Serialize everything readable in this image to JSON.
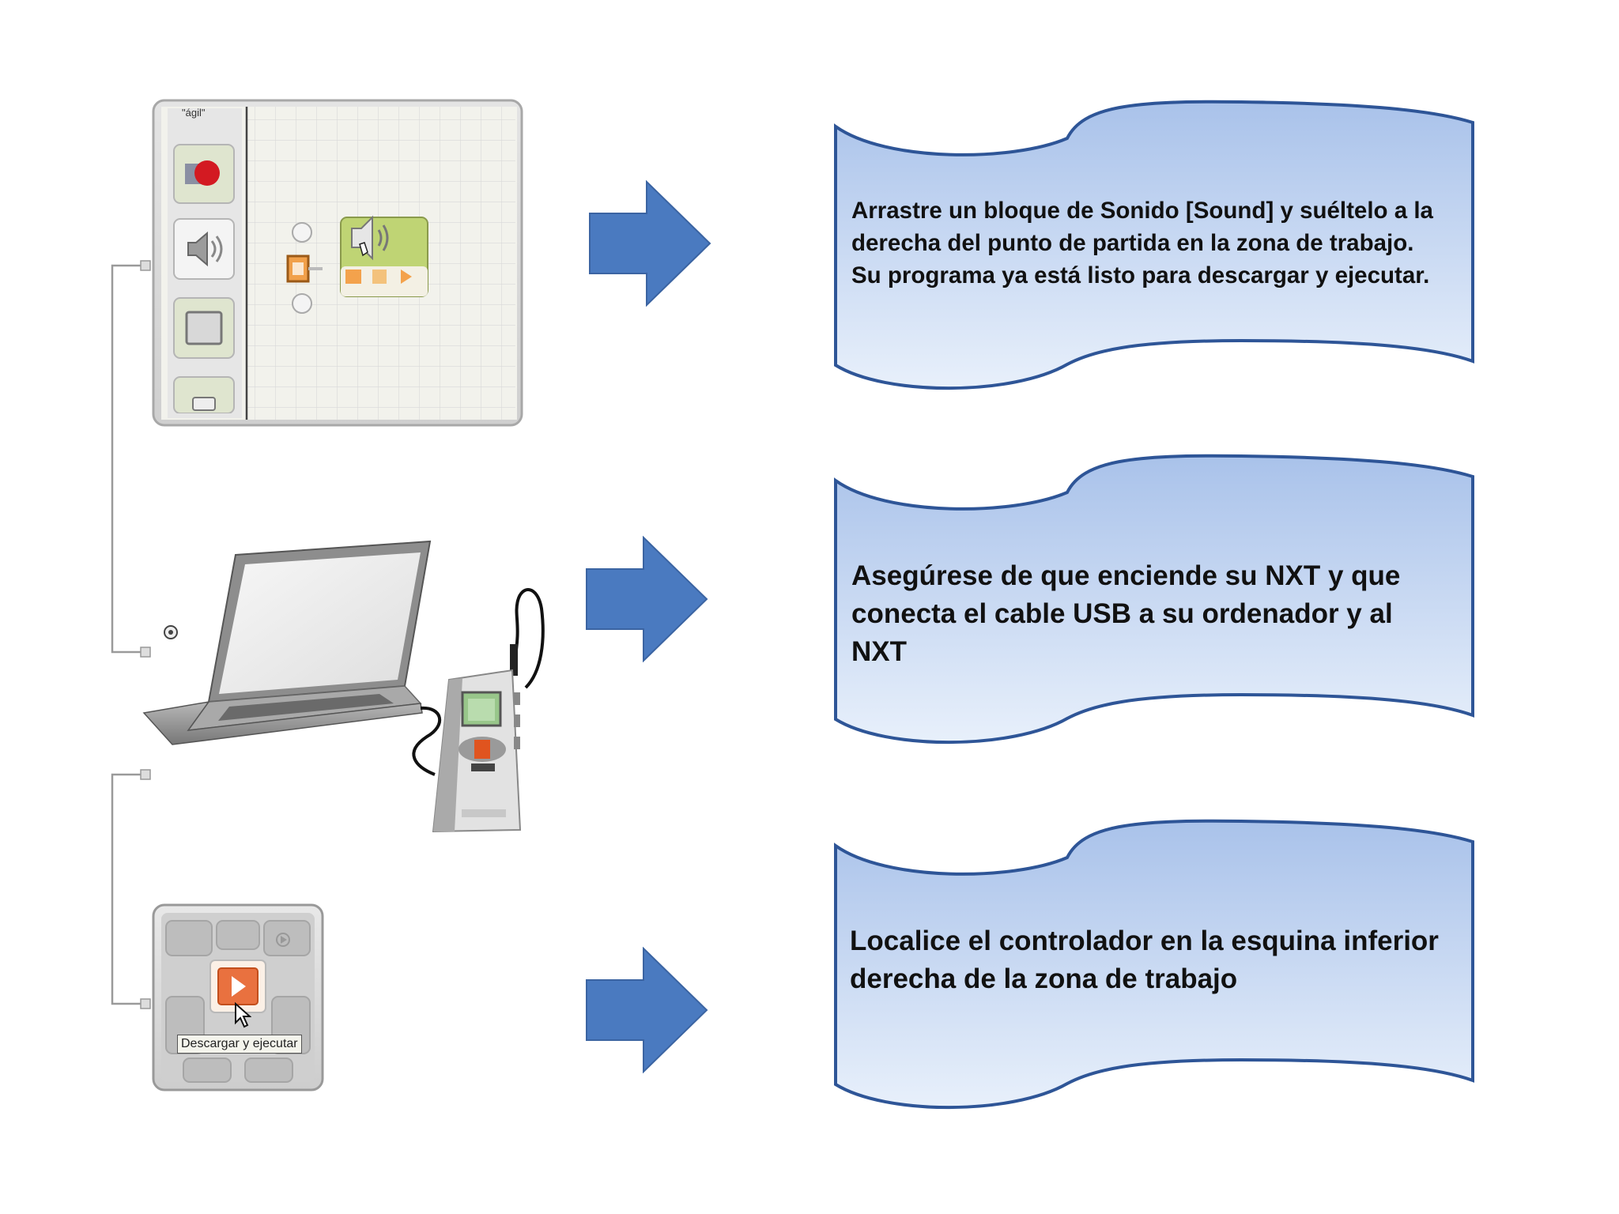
{
  "steps": [
    {
      "text": "Arrastre un bloque de Sonido [Sound] y suéltelo a la\nderecha del punto de partida en la zona de trabajo.\nSu programa ya está listo para descargar y ejecutar."
    },
    {
      "text": "Asegúrese de que enciende su NXT y que\nconecta el cable USB a su ordenador y al NXT"
    },
    {
      "text": "Localice el controlador en la esquina inferior\nderecha de la zona de trabajo"
    }
  ],
  "screenshot_1": {
    "tag_label": "\"ágil\""
  },
  "screenshot_3": {
    "tooltip": "Descargar y ejecutar"
  },
  "colors": {
    "arrow": "#4a7ac0",
    "banner_top": "#a9c2ea",
    "banner_bottom": "#e8f0fb",
    "banner_border": "#2e5597"
  },
  "icons": [
    "record-icon",
    "speaker-icon",
    "display-icon",
    "start-point-icon",
    "play-icon",
    "cursor-icon",
    "laptop-icon",
    "nxt-brick-icon"
  ]
}
